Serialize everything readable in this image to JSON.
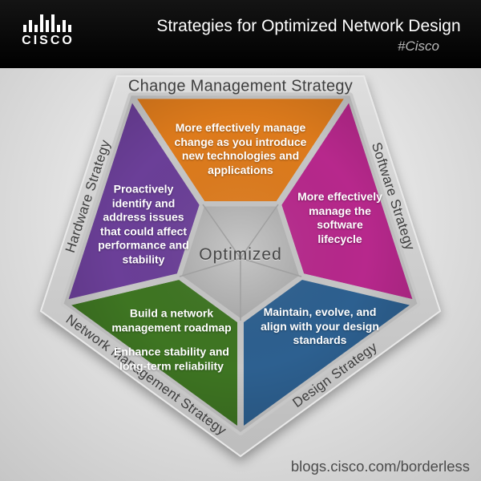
{
  "header": {
    "logo_text": "CISCO",
    "title": "Strategies for Optimized Network Design",
    "hashtag": "#Cisco"
  },
  "footer": {
    "url": "blogs.cisco.com/borderless"
  },
  "diagram": {
    "frame_color": "#c7c7c7",
    "center": {
      "label": "Optimized"
    },
    "edges": [
      {
        "label": "Change Management Strategy"
      },
      {
        "label": "Software Strategy"
      },
      {
        "label": "Design Strategy"
      },
      {
        "label": "Network Management Strategy"
      },
      {
        "label": "Hardware Strategy"
      }
    ],
    "sectors": [
      {
        "name": "change-management",
        "color": "#de7b1c",
        "text": "More effectively manage change as you introduce new technologies and applications"
      },
      {
        "name": "software",
        "color": "#b7288c",
        "text": "More effectively manage the software lifecycle"
      },
      {
        "name": "design",
        "color": "#2d6090",
        "text": "Maintain, evolve, and align with your design standards"
      },
      {
        "name": "network-management",
        "color": "#3e7522",
        "text": "Build a network management roadmap",
        "text2": "Enhance stability and long-term reliability"
      },
      {
        "name": "hardware",
        "color": "#6b3f98",
        "text": "Proactively identify and address issues that could affect performance and stability"
      }
    ]
  }
}
